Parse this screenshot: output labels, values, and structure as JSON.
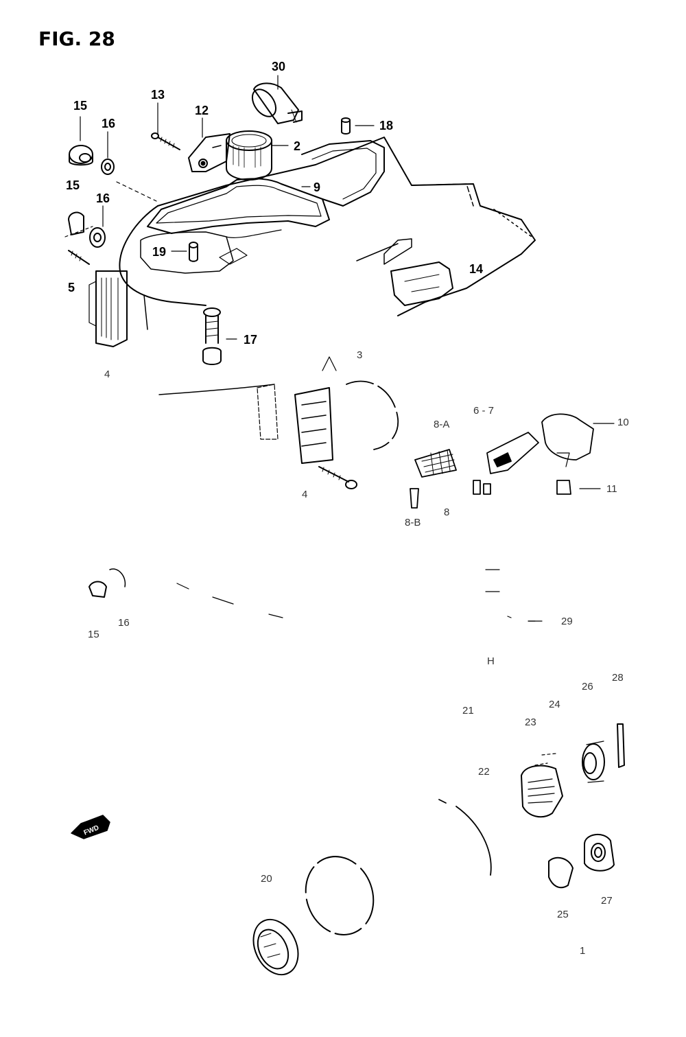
{
  "figure": {
    "title": "FIG. 28"
  },
  "fwd_label": "FWD",
  "callouts": [
    {
      "id": "c30",
      "text": "30",
      "bold": true
    },
    {
      "id": "c13",
      "text": "13",
      "bold": true
    },
    {
      "id": "c12",
      "text": "12",
      "bold": true
    },
    {
      "id": "c15a",
      "text": "15",
      "bold": true
    },
    {
      "id": "c16a",
      "text": "16",
      "bold": true
    },
    {
      "id": "c18",
      "text": "18",
      "bold": true
    },
    {
      "id": "c2",
      "text": "2",
      "bold": true
    },
    {
      "id": "c9",
      "text": "9",
      "bold": true
    },
    {
      "id": "c15b",
      "text": "15",
      "bold": true
    },
    {
      "id": "c16b",
      "text": "16",
      "bold": true
    },
    {
      "id": "c19",
      "text": "19",
      "bold": true
    },
    {
      "id": "c5",
      "text": "5",
      "bold": true
    },
    {
      "id": "c14",
      "text": "14",
      "bold": true
    },
    {
      "id": "c17",
      "text": "17",
      "bold": true
    },
    {
      "id": "c4a",
      "text": "4",
      "bold": false
    },
    {
      "id": "c3",
      "text": "3",
      "bold": false
    },
    {
      "id": "c6-7",
      "text": "6 - 7",
      "bold": false
    },
    {
      "id": "c8A",
      "text": "8-A",
      "bold": false
    },
    {
      "id": "c10",
      "text": "10",
      "bold": false
    },
    {
      "id": "c11",
      "text": "11",
      "bold": false
    },
    {
      "id": "c8",
      "text": "8",
      "bold": false
    },
    {
      "id": "c8B",
      "text": "8-B",
      "bold": false
    },
    {
      "id": "c4b",
      "text": "4",
      "bold": false
    },
    {
      "id": "c16c",
      "text": "16",
      "bold": false
    },
    {
      "id": "c15c",
      "text": "15",
      "bold": false
    },
    {
      "id": "c29",
      "text": "29",
      "bold": false
    },
    {
      "id": "cH",
      "text": "H",
      "bold": false
    },
    {
      "id": "c26",
      "text": "26",
      "bold": false
    },
    {
      "id": "c28",
      "text": "28",
      "bold": false
    },
    {
      "id": "c21",
      "text": "21",
      "bold": false
    },
    {
      "id": "c24",
      "text": "24",
      "bold": false
    },
    {
      "id": "c23",
      "text": "23",
      "bold": false
    },
    {
      "id": "c22",
      "text": "22",
      "bold": false
    },
    {
      "id": "c20",
      "text": "20",
      "bold": false
    },
    {
      "id": "c27",
      "text": "27",
      "bold": false
    },
    {
      "id": "c25",
      "text": "25",
      "bold": false
    },
    {
      "id": "c1",
      "text": "1",
      "bold": false
    }
  ]
}
